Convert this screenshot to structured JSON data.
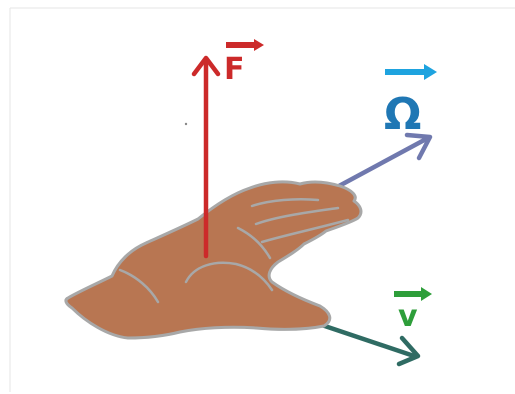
{
  "labels": {
    "force": "F",
    "angular_velocity": "Ω",
    "velocity": "v"
  },
  "colors": {
    "force": "#cc2a2a",
    "angular_velocity_arrow": "#7079ae",
    "angular_velocity_label": "#1f77b4",
    "angular_velocity_overline": "#1ea3df",
    "velocity_arrow": "#2f6b63",
    "velocity_label": "#2e9e3a",
    "hand_fill": "#b87652",
    "hand_outline": "#a8a8a8"
  },
  "icons": {
    "force_arrow": "arrow-up",
    "angular_velocity_arrow": "arrow-upper-right",
    "velocity_arrow": "arrow-lower-right",
    "hand": "open-hand-palm-up"
  }
}
